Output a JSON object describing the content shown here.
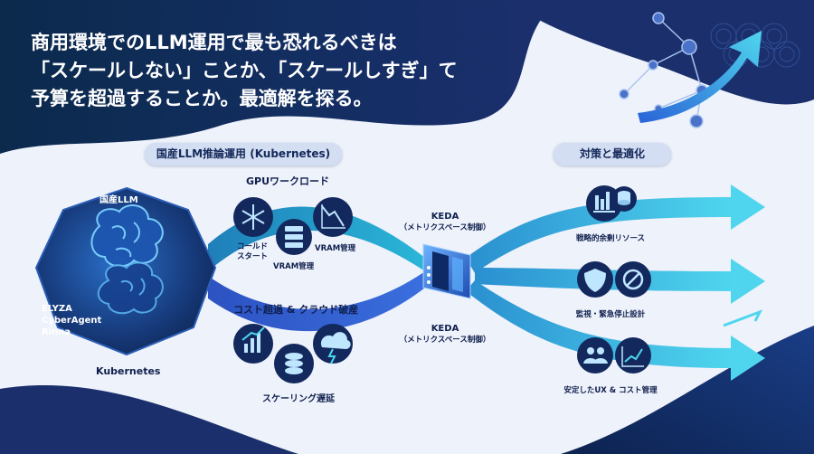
{
  "headline": {
    "line1": "商用環境でのLLM運用で最も恐れるべきは",
    "line2": "「スケールしない」ことか、「スケールしすぎ」て",
    "line3": "予算を超過することか。最適解を探る。"
  },
  "left_panel": {
    "pill": "国産LLM推論運用 (Kubernetes)",
    "llm_label": "国産LLM",
    "llm_names": [
      "ELYZA",
      "CyberAgent",
      "Rinna"
    ],
    "kubernetes_label": "Kubernetes"
  },
  "gpu_workload": {
    "title": "GPUワークロード",
    "cold_start": [
      "コールド",
      "スタート"
    ],
    "vram_a": "VRAM管理",
    "vram_b": "VRAM管理"
  },
  "cost_cloud": {
    "title": "コスト超過 & クラウド破産",
    "scaling_delay": "スケーリング遅延"
  },
  "keda_top": {
    "name": "KEDA",
    "desc": "（メトリクスベース制御）"
  },
  "keda_bottom": {
    "name": "KEDA",
    "desc": "（メトリクスベース制御）"
  },
  "right_panel": {
    "pill": "対策と最適化",
    "items": [
      {
        "label": "戦略的余剰リソース",
        "icon": "balance-scale-icon"
      },
      {
        "label": "監視・緊急停止設計",
        "icon": "shield-stop-icon"
      },
      {
        "label": "安定したUX & コスト管理",
        "icon": "users-chart-icon"
      }
    ]
  },
  "colors": {
    "navy": "#0d1f4a",
    "blue": "#2f5fc4",
    "teal": "#27b4d8",
    "cyan": "#4fd6ee",
    "pale": "#eef2fb"
  }
}
